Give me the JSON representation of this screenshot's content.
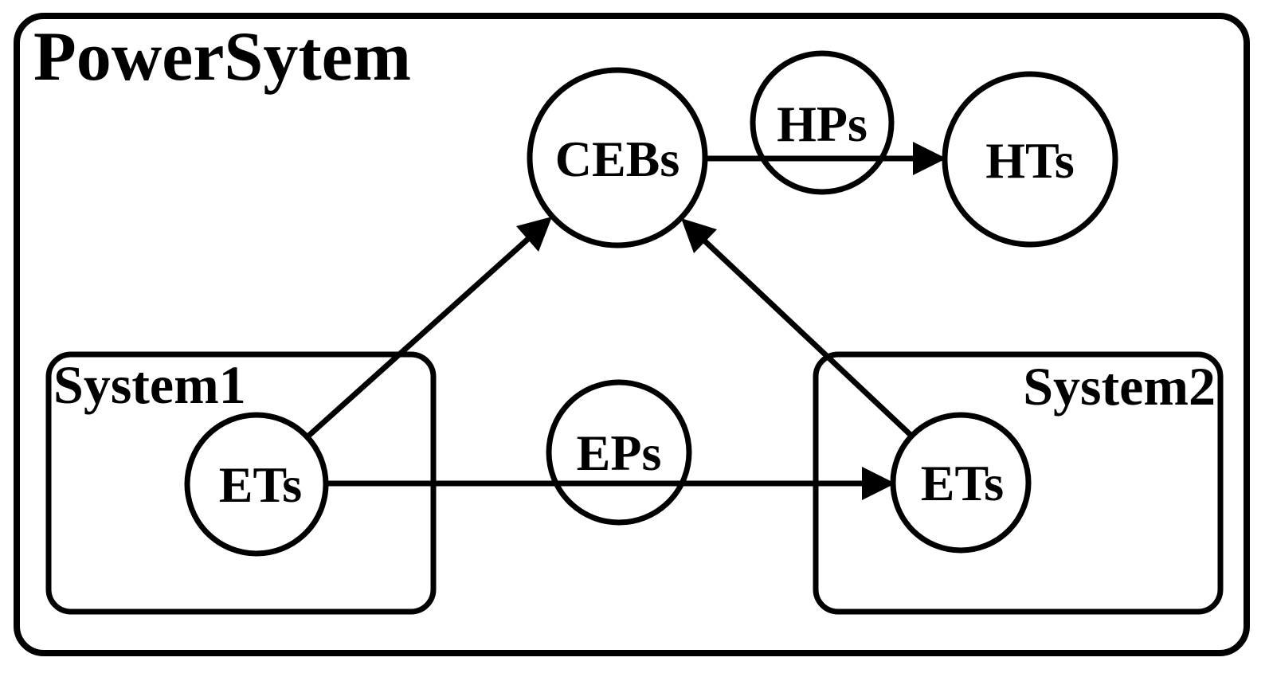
{
  "diagram": {
    "title": "PowerSytem",
    "colors": {
      "stroke": "#000000",
      "background": "#ffffff"
    },
    "containers": {
      "system1": {
        "label": "System1"
      },
      "system2": {
        "label": "System2"
      }
    },
    "nodes": {
      "cebs": {
        "label": "CEBs"
      },
      "hps": {
        "label": "HPs"
      },
      "hts": {
        "label": "HTs"
      },
      "ets_system1": {
        "label": "ETs"
      },
      "eps": {
        "label": "EPs"
      },
      "ets_system2": {
        "label": "ETs"
      }
    },
    "edges": [
      {
        "from": "CEBs",
        "to": "HTs",
        "via": "HPs",
        "arrow": "into HTs"
      },
      {
        "from": "ETs (System1)",
        "to": "ETs (System2)",
        "via": "EPs",
        "arrow": "into ETs (System2)"
      },
      {
        "from": "ETs (System1)",
        "to": "CEBs",
        "arrow": "into CEBs"
      },
      {
        "from": "ETs (System2)",
        "to": "CEBs",
        "arrow": "into CEBs"
      }
    ]
  }
}
